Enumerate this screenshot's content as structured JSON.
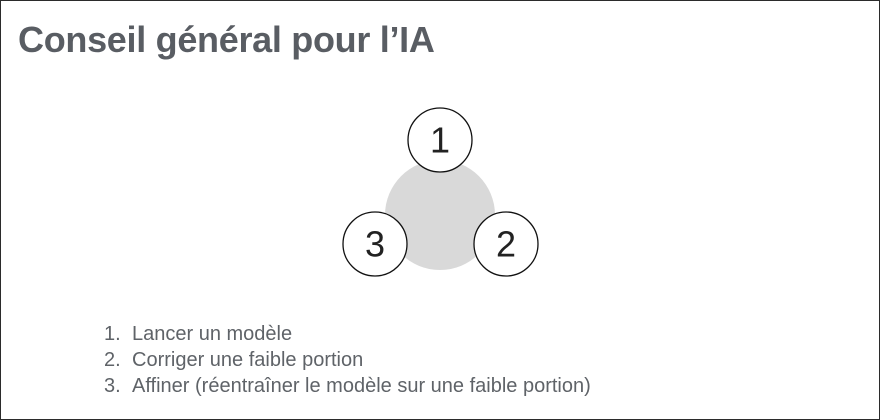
{
  "slide": {
    "title": "Conseil général pour l’IA"
  },
  "diagram": {
    "center_color": "#d9d9d9",
    "nodes": [
      {
        "label": "1"
      },
      {
        "label": "2"
      },
      {
        "label": "3"
      }
    ]
  },
  "steps": [
    {
      "index": "1.",
      "text": "Lancer un modèle"
    },
    {
      "index": "2.",
      "text": "Corriger une faible portion"
    },
    {
      "index": "3.",
      "text": "Affiner (réentraîner le modèle sur une faible portion)"
    }
  ]
}
